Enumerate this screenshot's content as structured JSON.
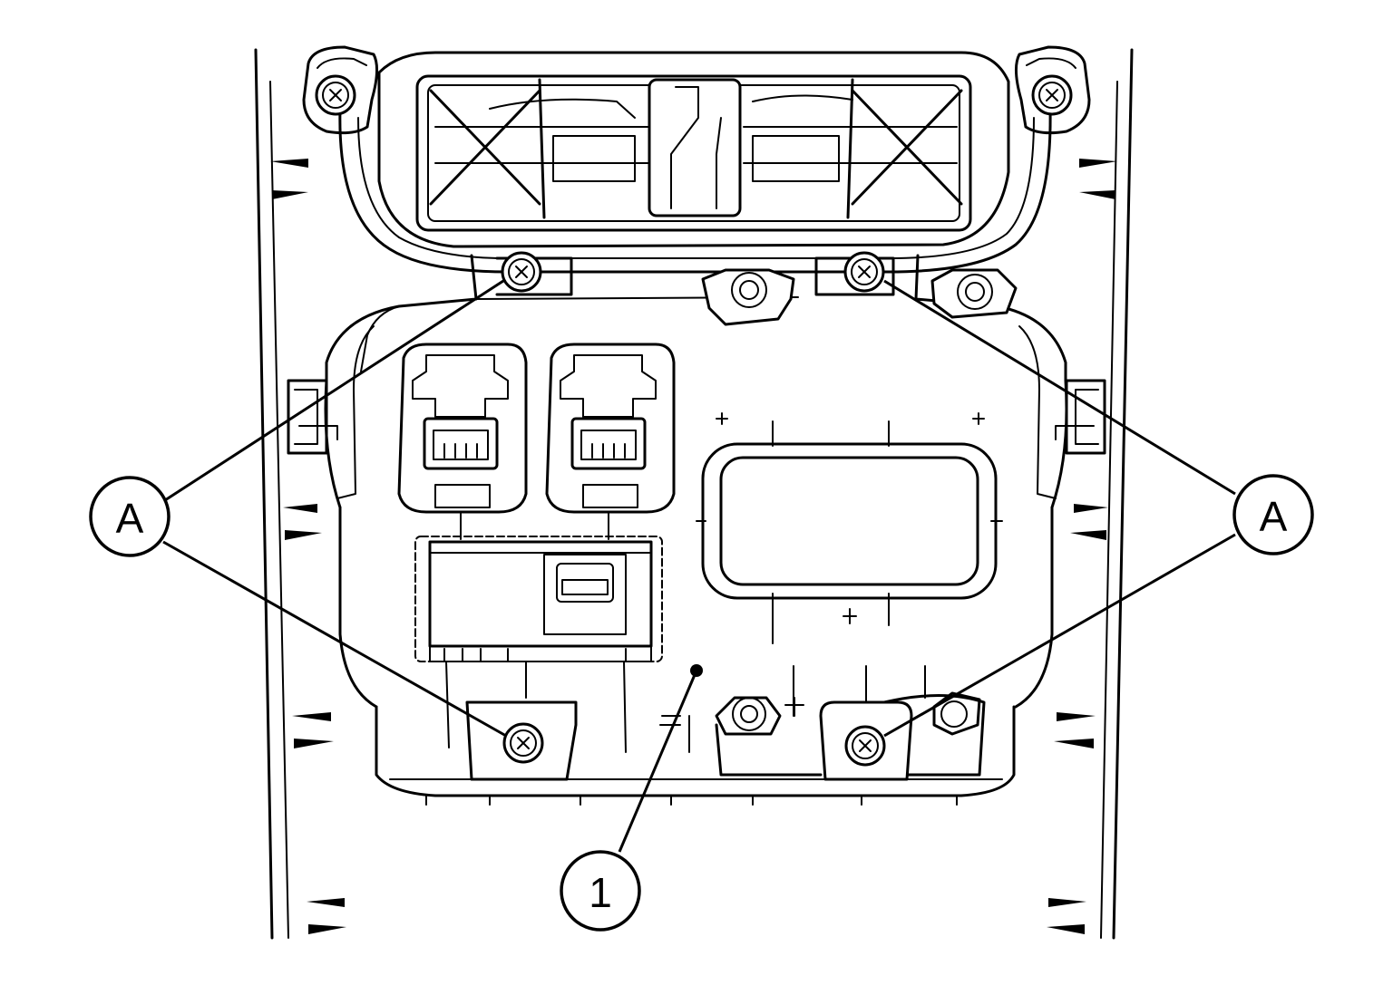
{
  "callouts": {
    "a_left": "A",
    "a_right": "A",
    "one": "1"
  },
  "colors": {
    "line": "#000000",
    "background": "#ffffff"
  },
  "icons": [
    "screw-icon",
    "connector-icon",
    "vent-icon"
  ]
}
